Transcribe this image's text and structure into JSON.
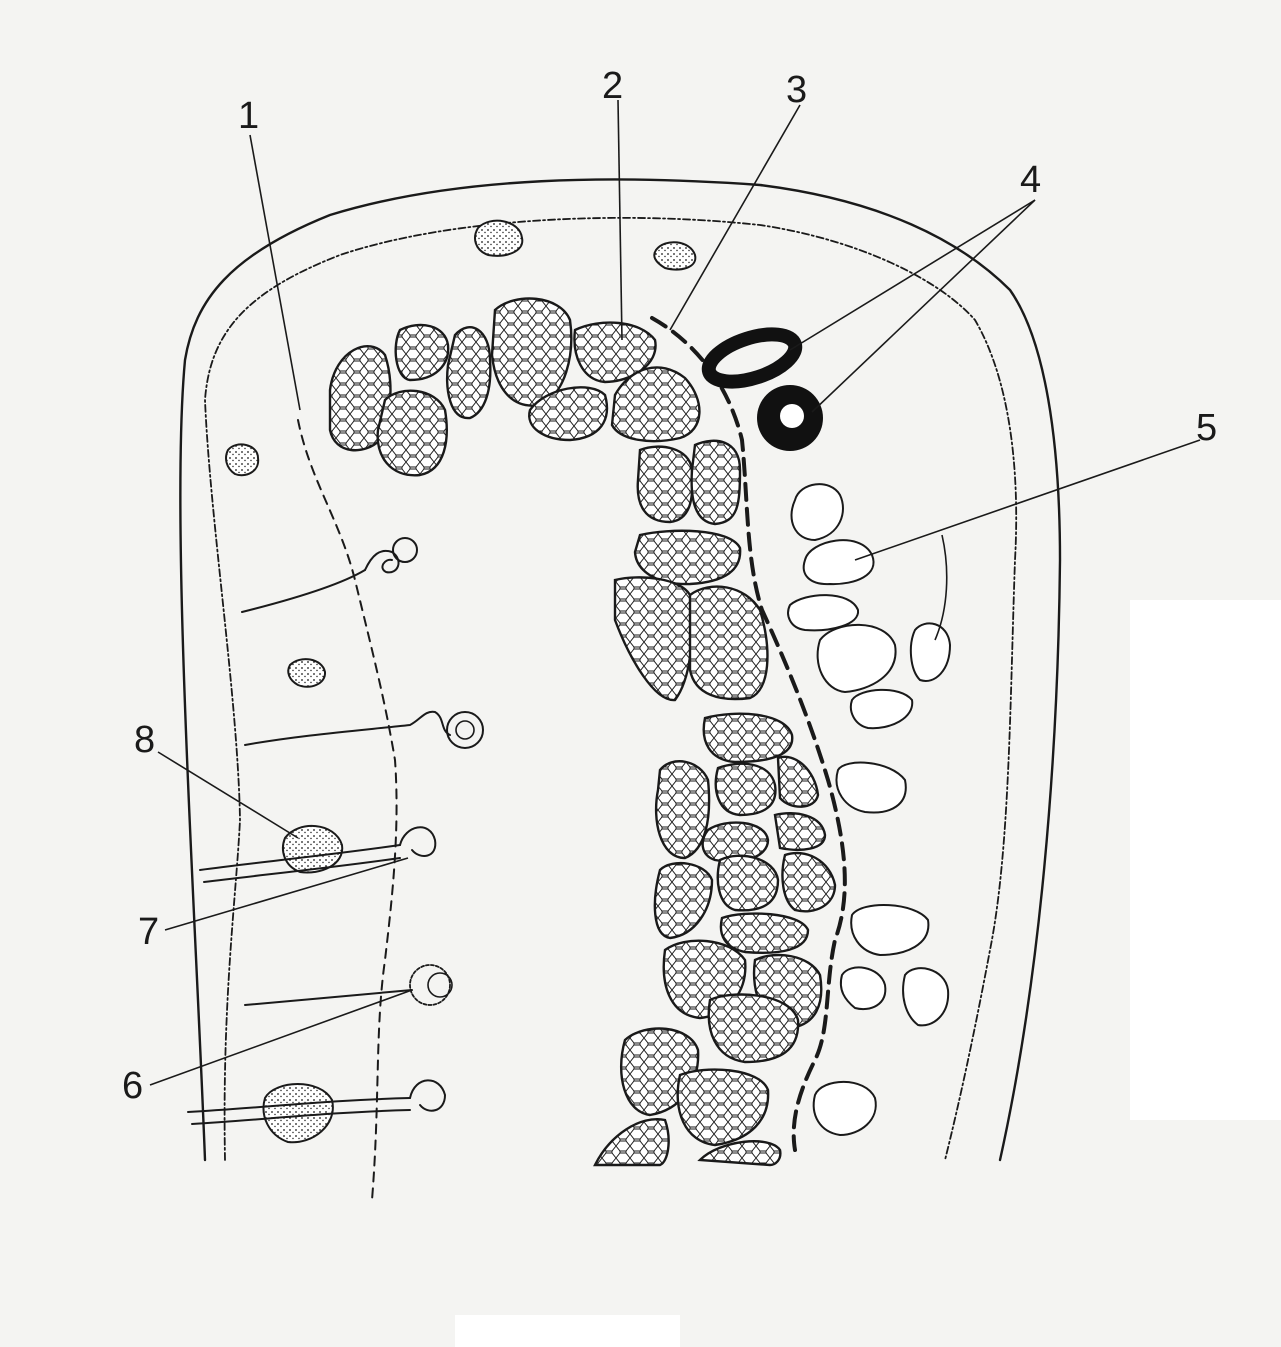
{
  "figure": {
    "background_color": "#f4f4f2",
    "ink_color": "#1a1a1a"
  },
  "labels": [
    {
      "id": "label-1",
      "text": "1"
    },
    {
      "id": "label-2",
      "text": "2"
    },
    {
      "id": "label-3",
      "text": "3"
    },
    {
      "id": "label-4",
      "text": "4"
    },
    {
      "id": "label-5",
      "text": "5"
    },
    {
      "id": "label-6",
      "text": "6"
    },
    {
      "id": "label-7",
      "text": "7"
    },
    {
      "id": "label-8",
      "text": "8"
    }
  ]
}
